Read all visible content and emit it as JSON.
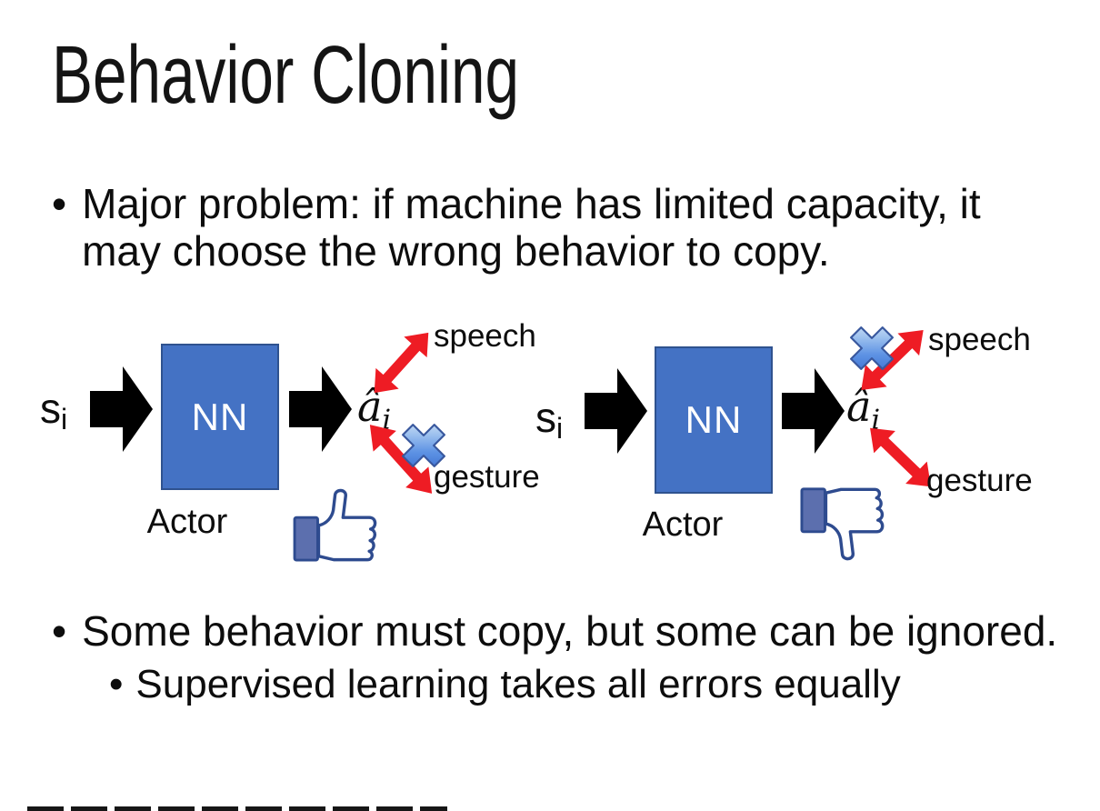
{
  "slide": {
    "title": "Behavior Cloning",
    "bullet_glyph": "•",
    "bullet1_line1": "Major problem: if machine has limited capacity, it",
    "bullet1_line2": "may choose the wrong behavior to copy.",
    "bullet2": "Some behavior must copy, but some can be ignored.",
    "bullet2_sub": "Supervised learning takes all errors equally"
  },
  "diagrams": {
    "left": {
      "input_base": "s",
      "input_sub": "i",
      "nn_label": "NN",
      "actor_label": "Actor",
      "output_base": "â",
      "output_sub": "i",
      "speech_label": "speech",
      "gesture_label": "gesture",
      "crossed_arrow": "gesture",
      "feedback_icon": "thumbs-up"
    },
    "right": {
      "input_base": "s",
      "input_sub": "i",
      "nn_label": "NN",
      "actor_label": "Actor",
      "output_base": "â",
      "output_sub": "i",
      "speech_label": "speech",
      "gesture_label": "gesture",
      "crossed_arrow": "speech",
      "feedback_icon": "thumbs-down"
    }
  },
  "colors": {
    "background": "#FFFFFF",
    "text": "#0D0D0D",
    "nn_box_fill": "#4472C4",
    "nn_box_border": "#2F528F",
    "nn_text": "#FFFFFF",
    "block_arrow": "#000000",
    "double_arrow_red": "#EE1C24",
    "cross_blue_light": "#DCE9F8",
    "cross_blue_dark": "#3366CC",
    "icon_outline_navy": "#2E4B8F",
    "icon_cuff_blue": "#5C6FAE"
  }
}
